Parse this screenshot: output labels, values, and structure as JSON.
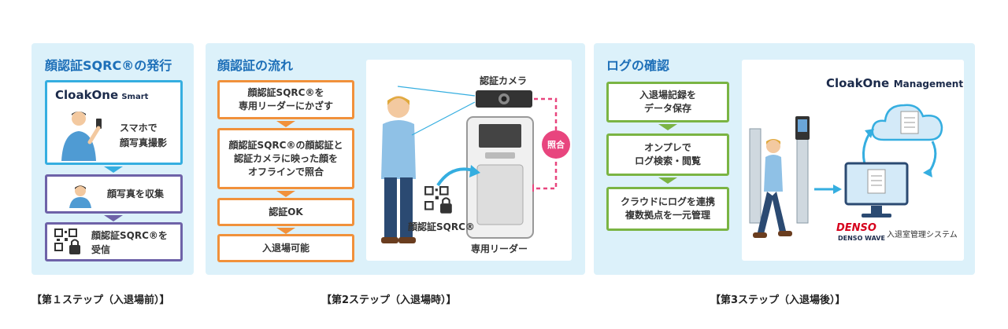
{
  "step1": {
    "title": "顔認証SQRC®の発行",
    "logo_main": "CloakOne",
    "logo_sub": "Smart",
    "phone_text_1": "スマホで",
    "phone_text_2": "顔写真撮影",
    "collect_text": "顔写真を収集",
    "receive_text_1": "顔認証SQRC®を",
    "receive_text_2": "受信",
    "caption": "【第１ステップ（入退場前）】"
  },
  "step2": {
    "title": "顔認証の流れ",
    "boxes": [
      {
        "l1": "顔認証SQRC®を",
        "l2": "専用リーダーにかざす"
      },
      {
        "l1": "顔認証SQRC®の顔認証と",
        "l2": "認証カメラに映った顔を",
        "l3": "オフラインで照合"
      },
      {
        "l1": "認証OK"
      },
      {
        "l1": "入退場可能"
      }
    ],
    "camera_label": "認証カメラ",
    "match_label": "照合",
    "sqrc_label": "顔認証SQRC®",
    "reader_label": "専用リーダー",
    "caption": "【第2ステップ（入退場時）】"
  },
  "step3": {
    "title": "ログの確認",
    "boxes": [
      {
        "l1": "入退場記録を",
        "l2": "データ保存"
      },
      {
        "l1": "オンプレで",
        "l2": "ログ検索・閲覧"
      },
      {
        "l1": "クラウドにログを連携",
        "l2": "複数拠点を一元管理"
      }
    ],
    "logo_main": "CloakOne",
    "logo_sub": "Management",
    "denso": "DENSO",
    "denso_wave": "DENSO WAVE",
    "system_label": "入退室管理システム",
    "caption": "【第3ステップ（入退場後）】"
  },
  "colors": {
    "panel_bg": "#dcf1fa",
    "title_blue": "#1d6fb8",
    "blue": "#35aee0",
    "purple": "#6e62a8",
    "orange": "#f1913b",
    "green": "#7ab443",
    "pink": "#e8457e",
    "denso_red": "#d6001c"
  }
}
